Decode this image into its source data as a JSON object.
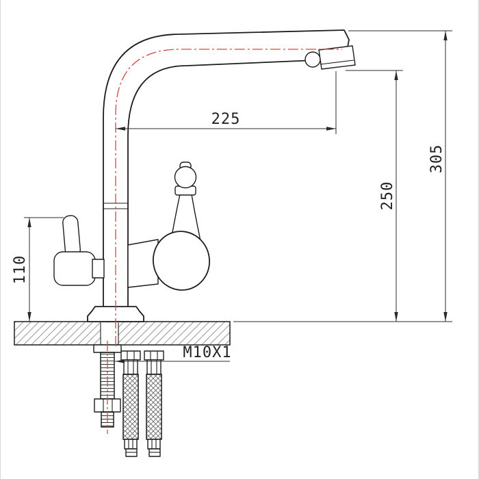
{
  "diagram": {
    "type": "technical-drawing",
    "subject": "kitchen-faucet-front-view-with-mounting-hardware",
    "dimensions": {
      "spout_reach": "225",
      "outlet_height": "250",
      "total_height": "305",
      "handle_height": "110",
      "mounting_thread": "M10X1"
    },
    "colors": {
      "outline": "#1c1c1c",
      "dimension": "#2a2a2a",
      "centerline": "#d84343",
      "hatch": "#9c9c9c",
      "background": "#ffffff",
      "frame": "#d8d8d8"
    }
  }
}
